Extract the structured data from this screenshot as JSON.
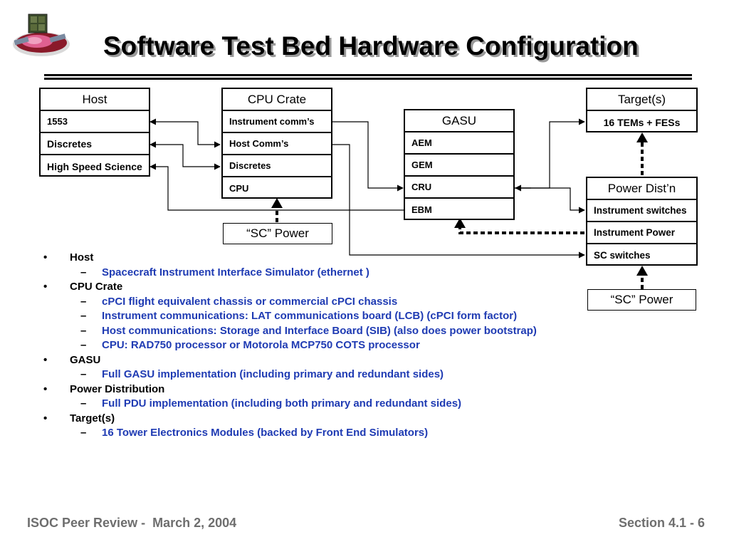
{
  "slide": {
    "title": "Software Test Bed Hardware Configuration"
  },
  "diagram": {
    "host": {
      "title": "Host",
      "rows": [
        "1553",
        "Discretes",
        "High Speed Science"
      ]
    },
    "cpu_crate": {
      "title": "CPU Crate",
      "rows": [
        "Instrument comm’s",
        "Host Comm’s",
        "Discretes",
        "CPU"
      ]
    },
    "gasu": {
      "title": "GASU",
      "rows": [
        "AEM",
        "GEM",
        "CRU",
        "EBM"
      ]
    },
    "targets": {
      "title": "Target(s)",
      "rows": [
        "16 TEMs + FESs"
      ]
    },
    "power_dist": {
      "title": "Power Dist’n",
      "rows": [
        "Instrument switches",
        "Instrument Power",
        "SC switches"
      ]
    },
    "sc_power_left": "“SC” Power",
    "sc_power_right": "“SC” Power"
  },
  "bullets": [
    {
      "level": 1,
      "marker": "•",
      "text": "Host"
    },
    {
      "level": 2,
      "marker": "–",
      "text": "Spacecraft Instrument Interface Simulator (ethernet )"
    },
    {
      "level": 1,
      "marker": "•",
      "text": "CPU Crate"
    },
    {
      "level": 2,
      "marker": "–",
      "text": "cPCI flight equivalent chassis or commercial cPCI chassis"
    },
    {
      "level": 2,
      "marker": "–",
      "text": "Instrument communications: LAT communications board (LCB) (cPCI form factor)"
    },
    {
      "level": 2,
      "marker": "–",
      "text": "Host communications: Storage and Interface Board (SIB) (also does power bootstrap)"
    },
    {
      "level": 2,
      "marker": "–",
      "text": "CPU: RAD750 processor or Motorola MCP750 COTS processor"
    },
    {
      "level": 1,
      "marker": "•",
      "text": "GASU"
    },
    {
      "level": 2,
      "marker": "–",
      "text": "Full GASU implementation (including primary and redundant sides)"
    },
    {
      "level": 1,
      "marker": "•",
      "text": "Power Distribution"
    },
    {
      "level": 2,
      "marker": "–",
      "text": "Full PDU implementation (including both primary and redundant sides)"
    },
    {
      "level": 1,
      "marker": "•",
      "text": "Target(s)"
    },
    {
      "level": 2,
      "marker": "–",
      "text": "16 Tower Electronics Modules (backed by Front End Simulators)"
    }
  ],
  "footer": {
    "left": "ISOC Peer Review -  March 2, 2004",
    "right": "Section 4.1 - 6"
  },
  "colors": {
    "sub_bullet_text": "#1f3bb3",
    "footer_text": "#6e6e6e"
  }
}
